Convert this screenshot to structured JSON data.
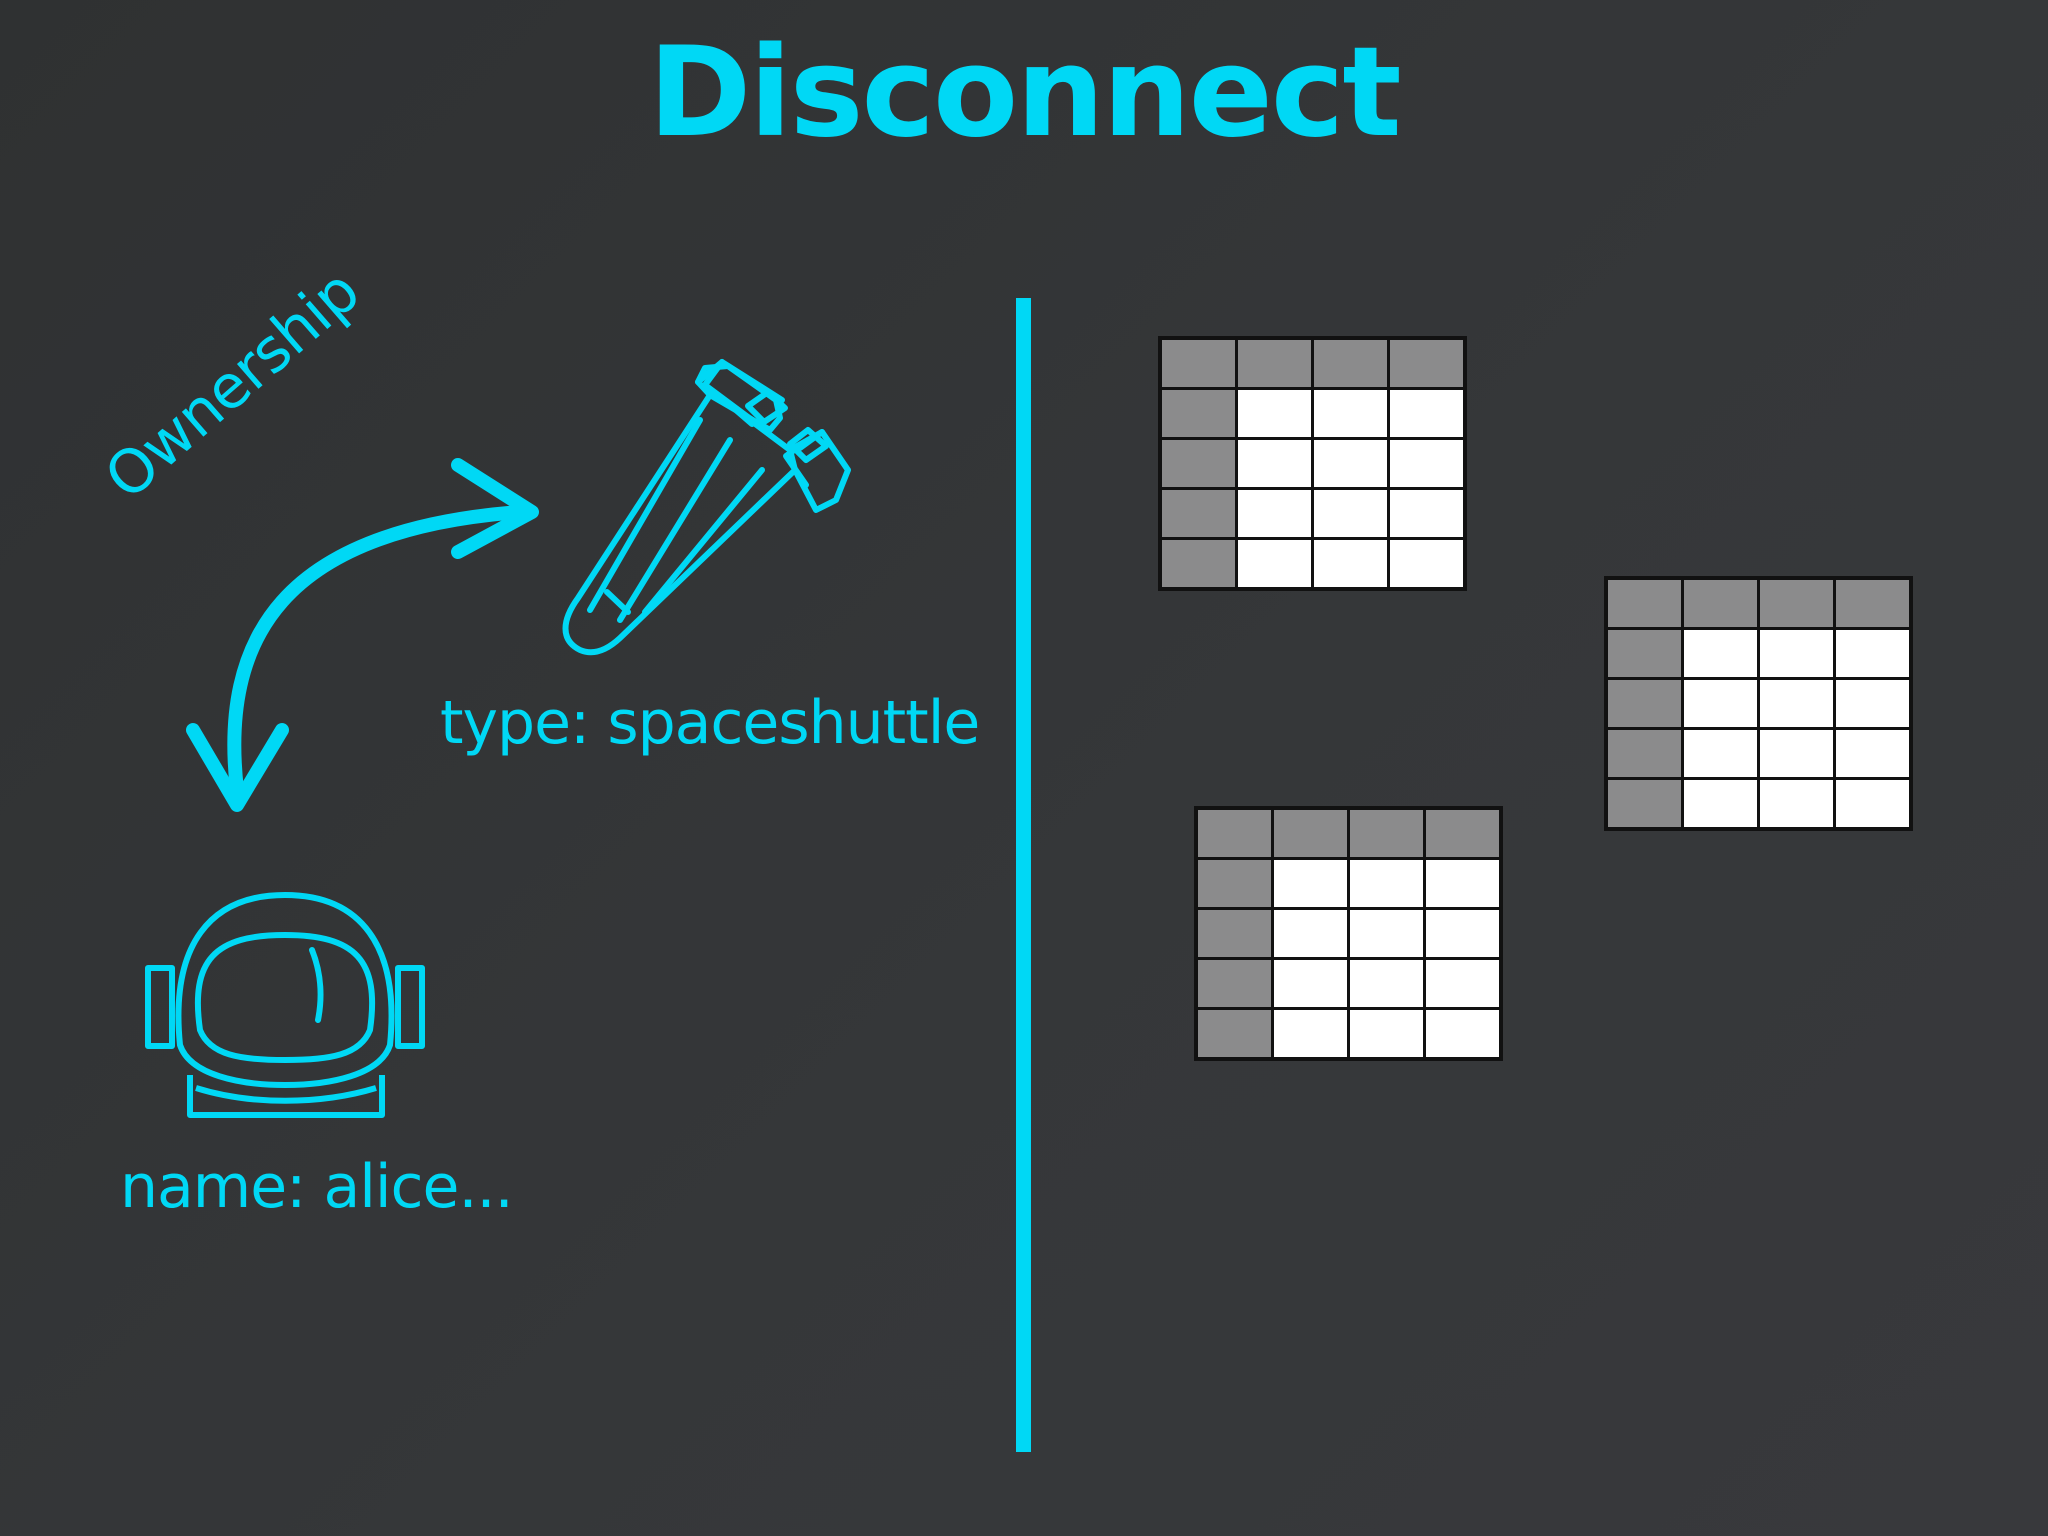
{
  "title": "Disconnect",
  "labels": {
    "ownership": "Ownership",
    "shuttle_attr": "type: spaceshuttle",
    "astronaut_attr": "name: alice..."
  },
  "icons": {
    "relationship": "double-arrow-icon",
    "shuttle": "spaceshuttle-icon",
    "astronaut": "astronaut-helmet-icon",
    "tables": "database-table-icon"
  },
  "colors": {
    "accent": "#00d8f5",
    "background": "#353739",
    "table_header": "#8b8b8c",
    "table_cell": "#ffffff",
    "table_border": "#111111"
  },
  "tables": {
    "count": 3,
    "rows": 5,
    "columns": 4
  }
}
